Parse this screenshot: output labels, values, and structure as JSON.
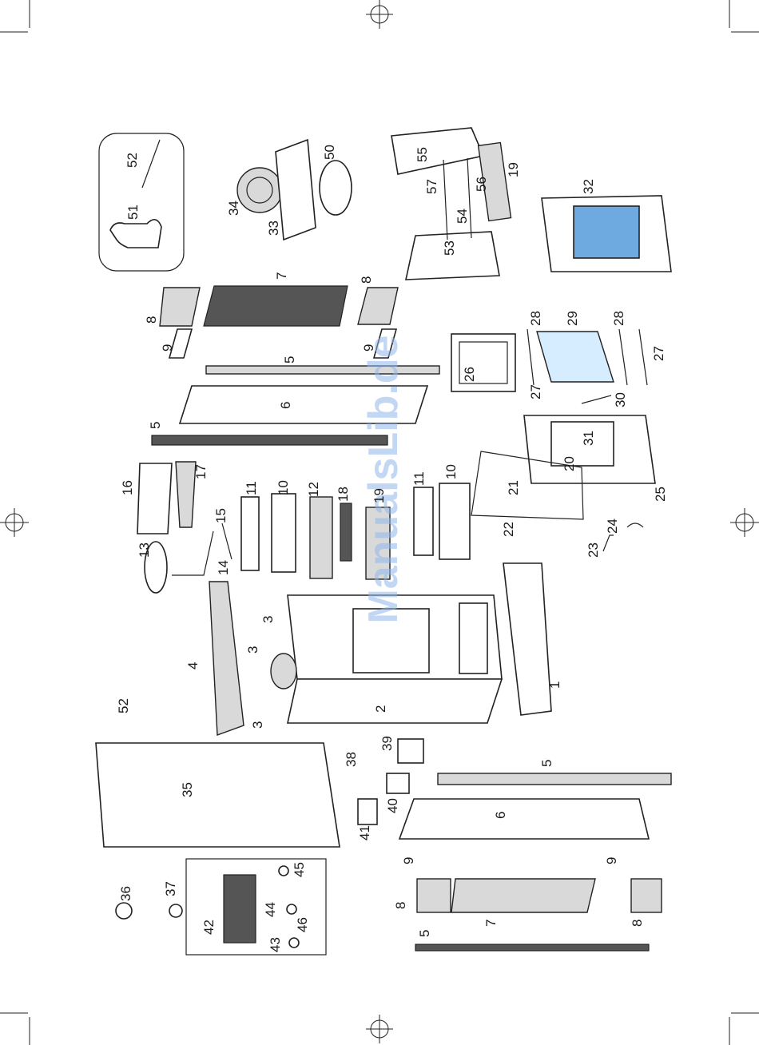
{
  "watermark": "ManualsLib.de",
  "callouts": {
    "c1": "1",
    "c2": "2",
    "c3a": "3",
    "c3b": "3",
    "c3c": "3",
    "c4": "4",
    "c5a": "5",
    "c5b": "5",
    "c5c": "5",
    "c5d": "5",
    "c6a": "6",
    "c6b": "6",
    "c7a": "7",
    "c7b": "7",
    "c8a": "8",
    "c8b": "8",
    "c8c": "8",
    "c8d": "8",
    "c9a": "9",
    "c9b": "9",
    "c9c": "9",
    "c9d": "9",
    "c10a": "10",
    "c10b": "10",
    "c11a": "11",
    "c11b": "11",
    "c12": "12",
    "c13": "13",
    "c14": "14",
    "c15": "15",
    "c16": "16",
    "c17": "17",
    "c18": "18",
    "c19a": "19",
    "c19b": "19",
    "c20": "20",
    "c21": "21",
    "c22": "22",
    "c23": "23",
    "c24": "24",
    "c25": "25",
    "c26": "26",
    "c27a": "27",
    "c27b": "27",
    "c28a": "28",
    "c28b": "28",
    "c29": "29",
    "c30": "30",
    "c31": "31",
    "c32": "32",
    "c33": "33",
    "c34": "34",
    "c35": "35",
    "c36": "36",
    "c37": "37",
    "c38": "38",
    "c39": "39",
    "c40": "40",
    "c41": "41",
    "c42": "42",
    "c43": "43",
    "c44": "44",
    "c45": "45",
    "c46": "46",
    "c50": "50",
    "c51": "51",
    "c52a": "52",
    "c52b": "52",
    "c53": "53",
    "c54": "54",
    "c55": "55",
    "c56": "56",
    "c57": "57"
  }
}
